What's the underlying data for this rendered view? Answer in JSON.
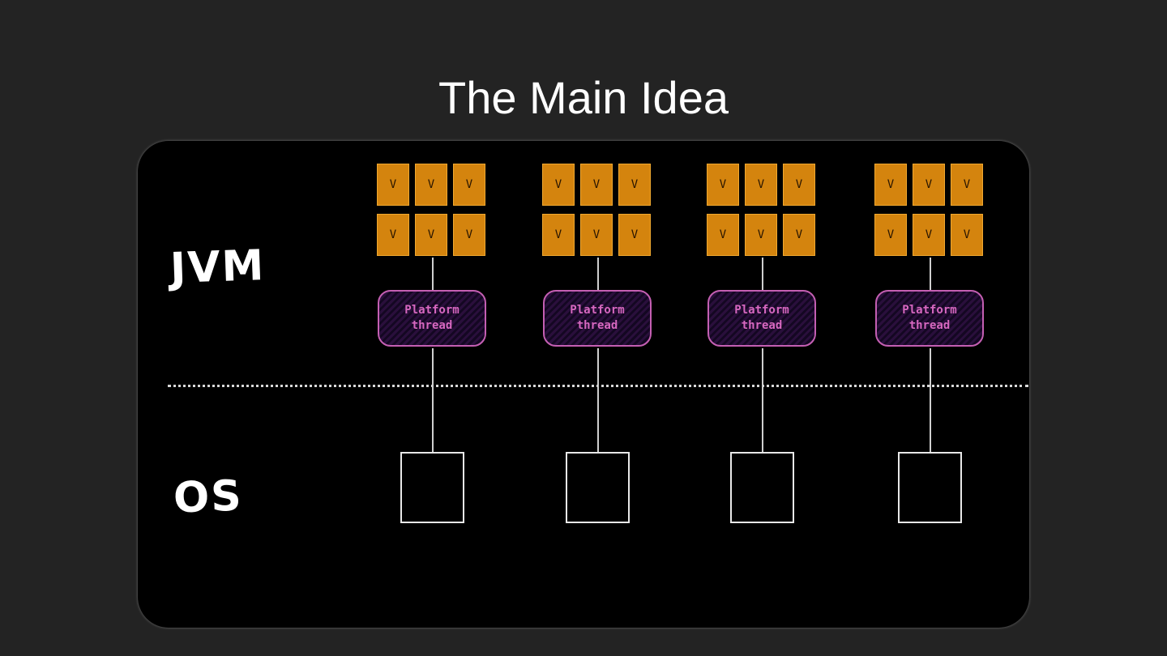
{
  "title": "The Main Idea",
  "labels": {
    "jvm": "JVM",
    "os": "OS"
  },
  "columns": [
    {
      "virtual_threads": [
        "V",
        "V",
        "V",
        "V",
        "V",
        "V"
      ],
      "platform_thread": {
        "line1": "Platform",
        "line2": "thread"
      }
    },
    {
      "virtual_threads": [
        "V",
        "V",
        "V",
        "V",
        "V",
        "V"
      ],
      "platform_thread": {
        "line1": "Platform",
        "line2": "thread"
      }
    },
    {
      "virtual_threads": [
        "V",
        "V",
        "V",
        "V",
        "V",
        "V"
      ],
      "platform_thread": {
        "line1": "Platform",
        "line2": "thread"
      }
    },
    {
      "virtual_threads": [
        "V",
        "V",
        "V",
        "V",
        "V",
        "V"
      ],
      "platform_thread": {
        "line1": "Platform",
        "line2": "thread"
      }
    }
  ],
  "colors": {
    "background": "#232323",
    "panel": "#000000",
    "virtual_thread": "#d4840e",
    "platform_thread_border": "#c45fb2",
    "platform_thread_text": "#d768c0",
    "os_box_border": "#e8e8e8"
  }
}
